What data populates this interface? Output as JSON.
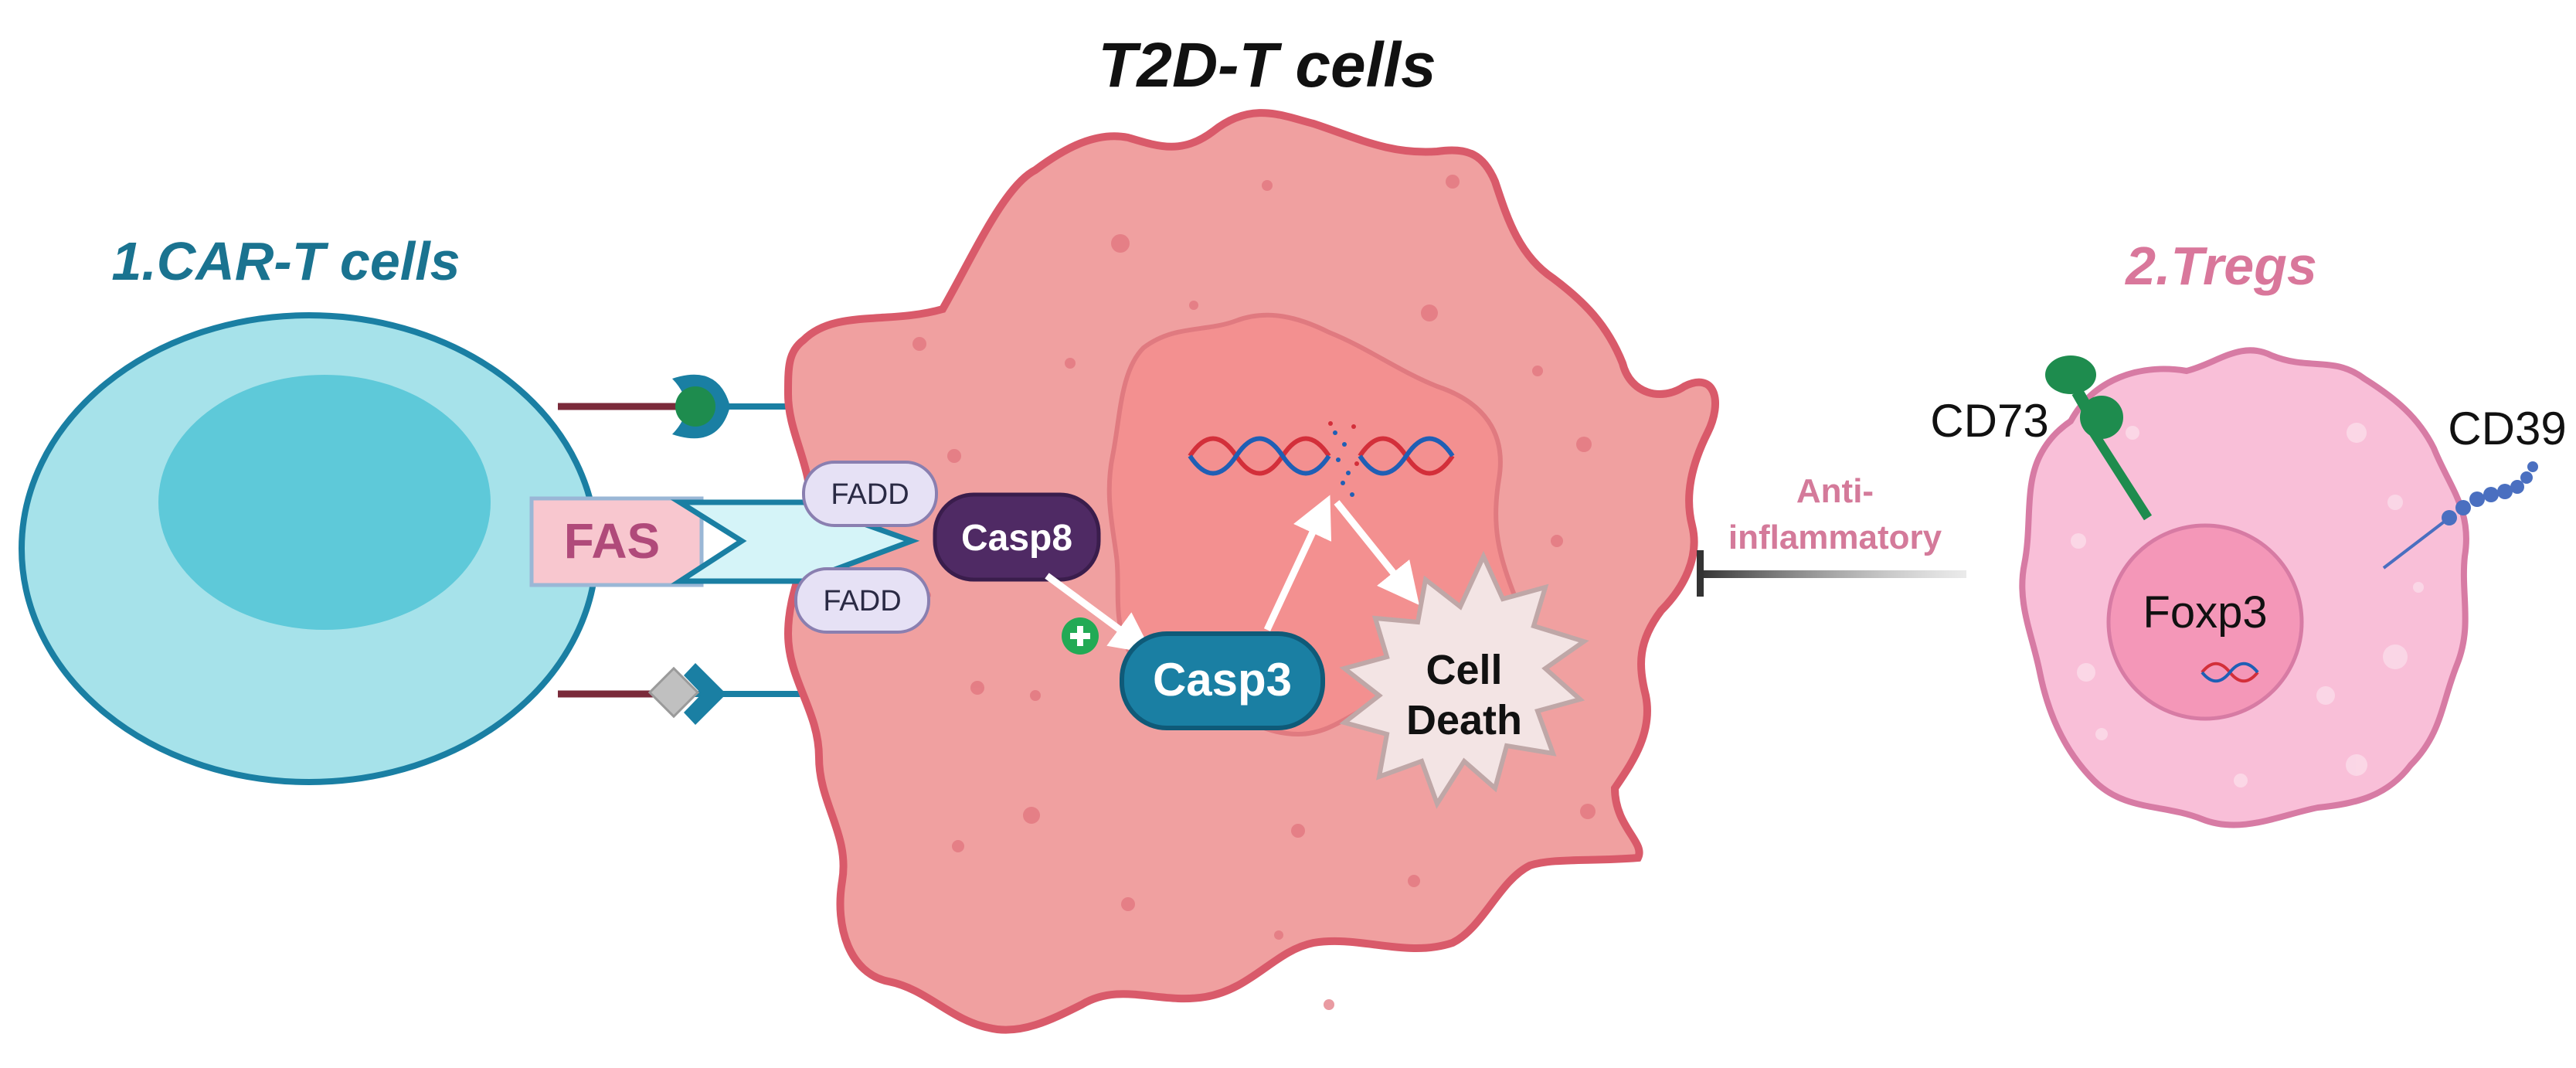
{
  "titles": {
    "car_t": "1.CAR-T cells",
    "t2d": "T2D-T cells",
    "tregs": "2.Tregs"
  },
  "labels": {
    "fas": "FAS",
    "fadd_top": "FADD",
    "fadd_bottom": "FADD",
    "casp8": "Casp8",
    "casp3": "Casp3",
    "cell_death_line1": "Cell",
    "cell_death_line2": "Death",
    "anti_line1": "Anti-",
    "anti_line2": "inflammatory",
    "cd73": "CD73",
    "cd39": "CD39",
    "foxp3": "Foxp3"
  },
  "colors": {
    "car_t_title": "#1a7390",
    "t2d_title": "#111111",
    "tregs_title": "#d9779b",
    "car_t_cell": "#a6e2ea",
    "car_t_nucleus": "#5ec9d9",
    "t2d_cell": "#f0a0a0",
    "t2d_nucleus": "#f39090",
    "treg_cell": "#f9bfd8",
    "treg_nucleus": "#f497b8",
    "casp8": "#4f2a64",
    "casp3": "#1a7fa3",
    "fas_box": "#f8c7cf",
    "fas_text": "#b04a7a",
    "anti_text": "#d47a9a",
    "cd73_green": "#1e8c4e",
    "cd39_blue": "#4a6fc0"
  },
  "icons": [
    "dna-break-icon",
    "plus-icon",
    "starburst-icon",
    "receptor-icon",
    "inhibition-bar-icon"
  ]
}
